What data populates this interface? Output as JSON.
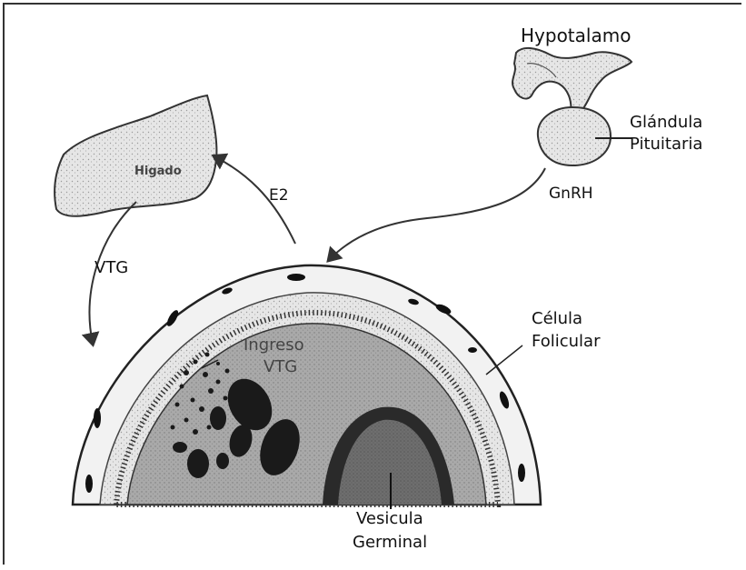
{
  "labels": {
    "hypothalamus": "Hypotalamo",
    "pituitary_line1": "Glándula",
    "pituitary_line2": "Pituitaria",
    "liver": "Higado",
    "e2": "E2",
    "gnrh": "GnRH",
    "vtg": "VTG",
    "follicular_line1": "Célula",
    "follicular_line2": "Folicular",
    "ingress_line1": "Ingreso",
    "ingress_line2": "VTG",
    "germinal_line1": "Vesicula",
    "germinal_line2": "Germinal"
  }
}
